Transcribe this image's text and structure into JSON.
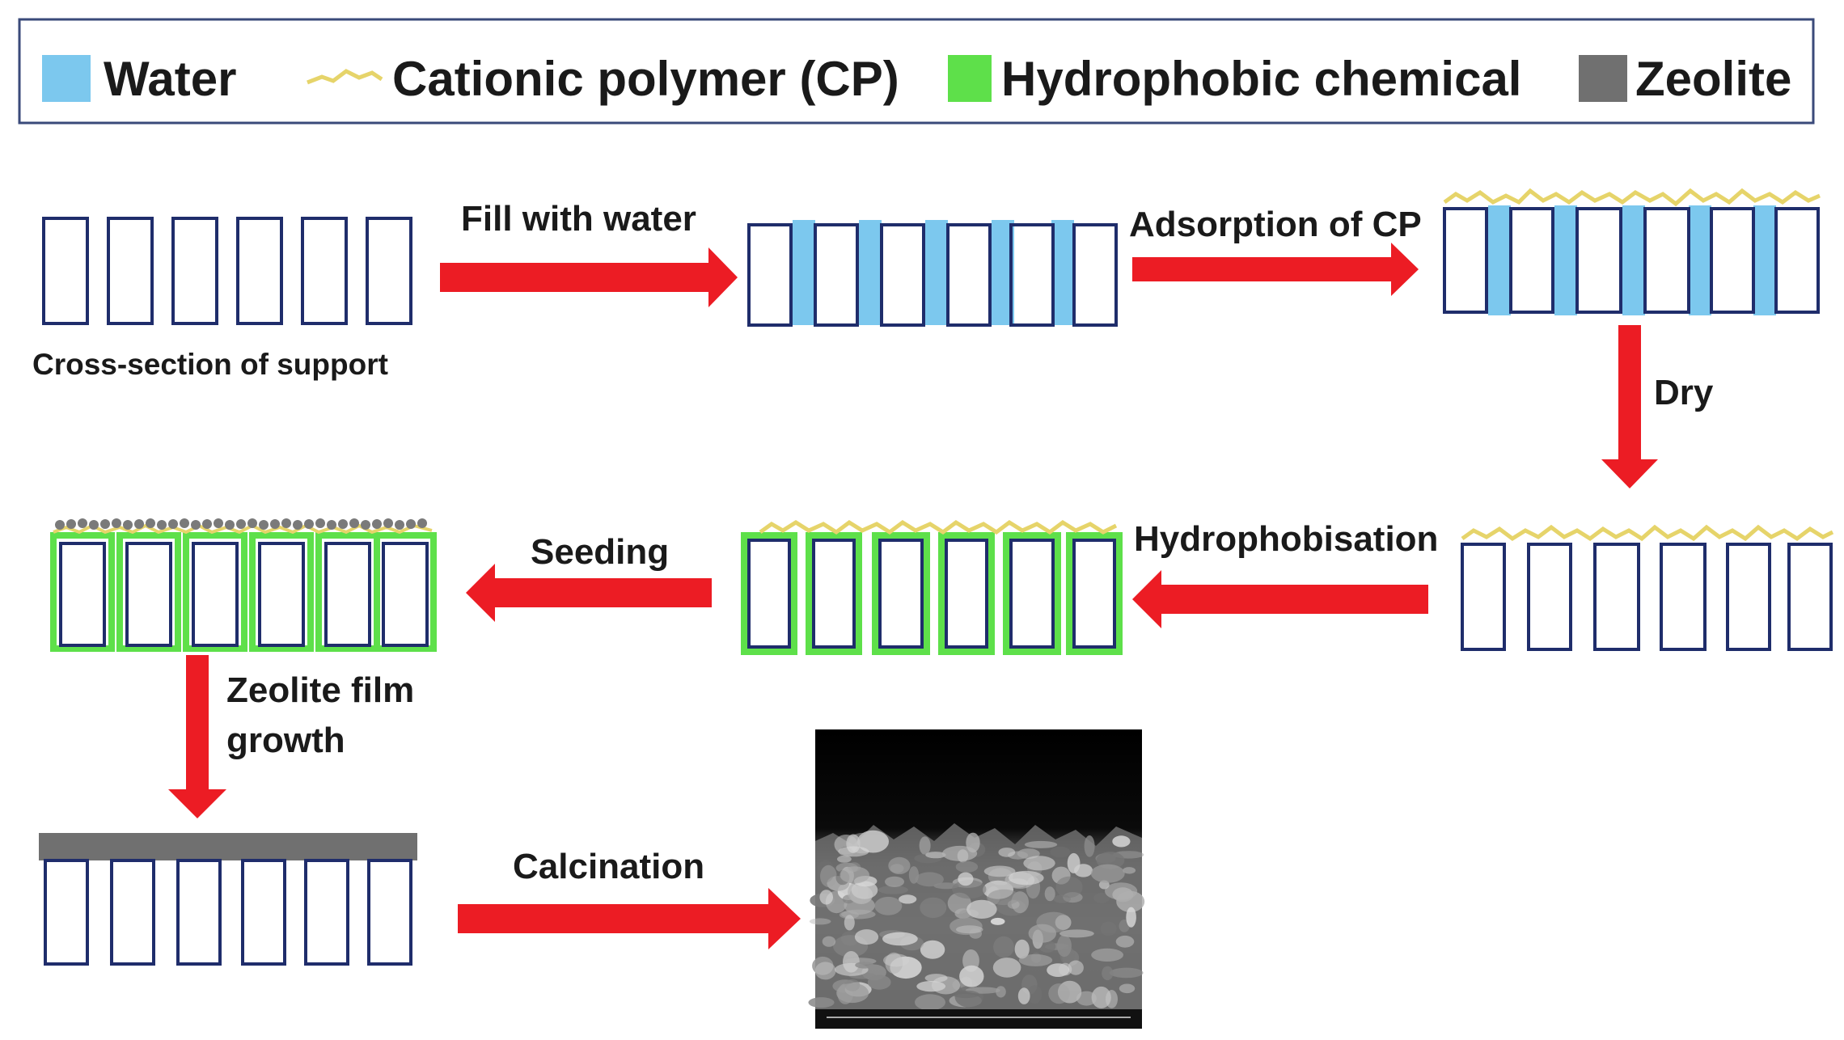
{
  "legend": {
    "water": "Water",
    "cationic_polymer": "Cationic polymer (CP)",
    "hydrophobic": "Hydrophobic chemical",
    "zeolite": "Zeolite"
  },
  "labels": {
    "cross_section": "Cross-section of support",
    "fill_with_water": "Fill with water",
    "adsorption_cp": "Adsorption of CP",
    "dry": "Dry",
    "hydrophobisation": "Hydrophobisation",
    "seeding": "Seeding",
    "zeolite_growth_line1": "Zeolite film",
    "zeolite_growth_line2": "growth",
    "calcination": "Calcination"
  },
  "colors": {
    "water": "#7cc8ee",
    "polymer": "#e6d46a",
    "hydrophobic": "#5ee04a",
    "zeolite": "#707070",
    "pore_outline": "#1f2d6b",
    "arrow": "#ec1c24"
  }
}
